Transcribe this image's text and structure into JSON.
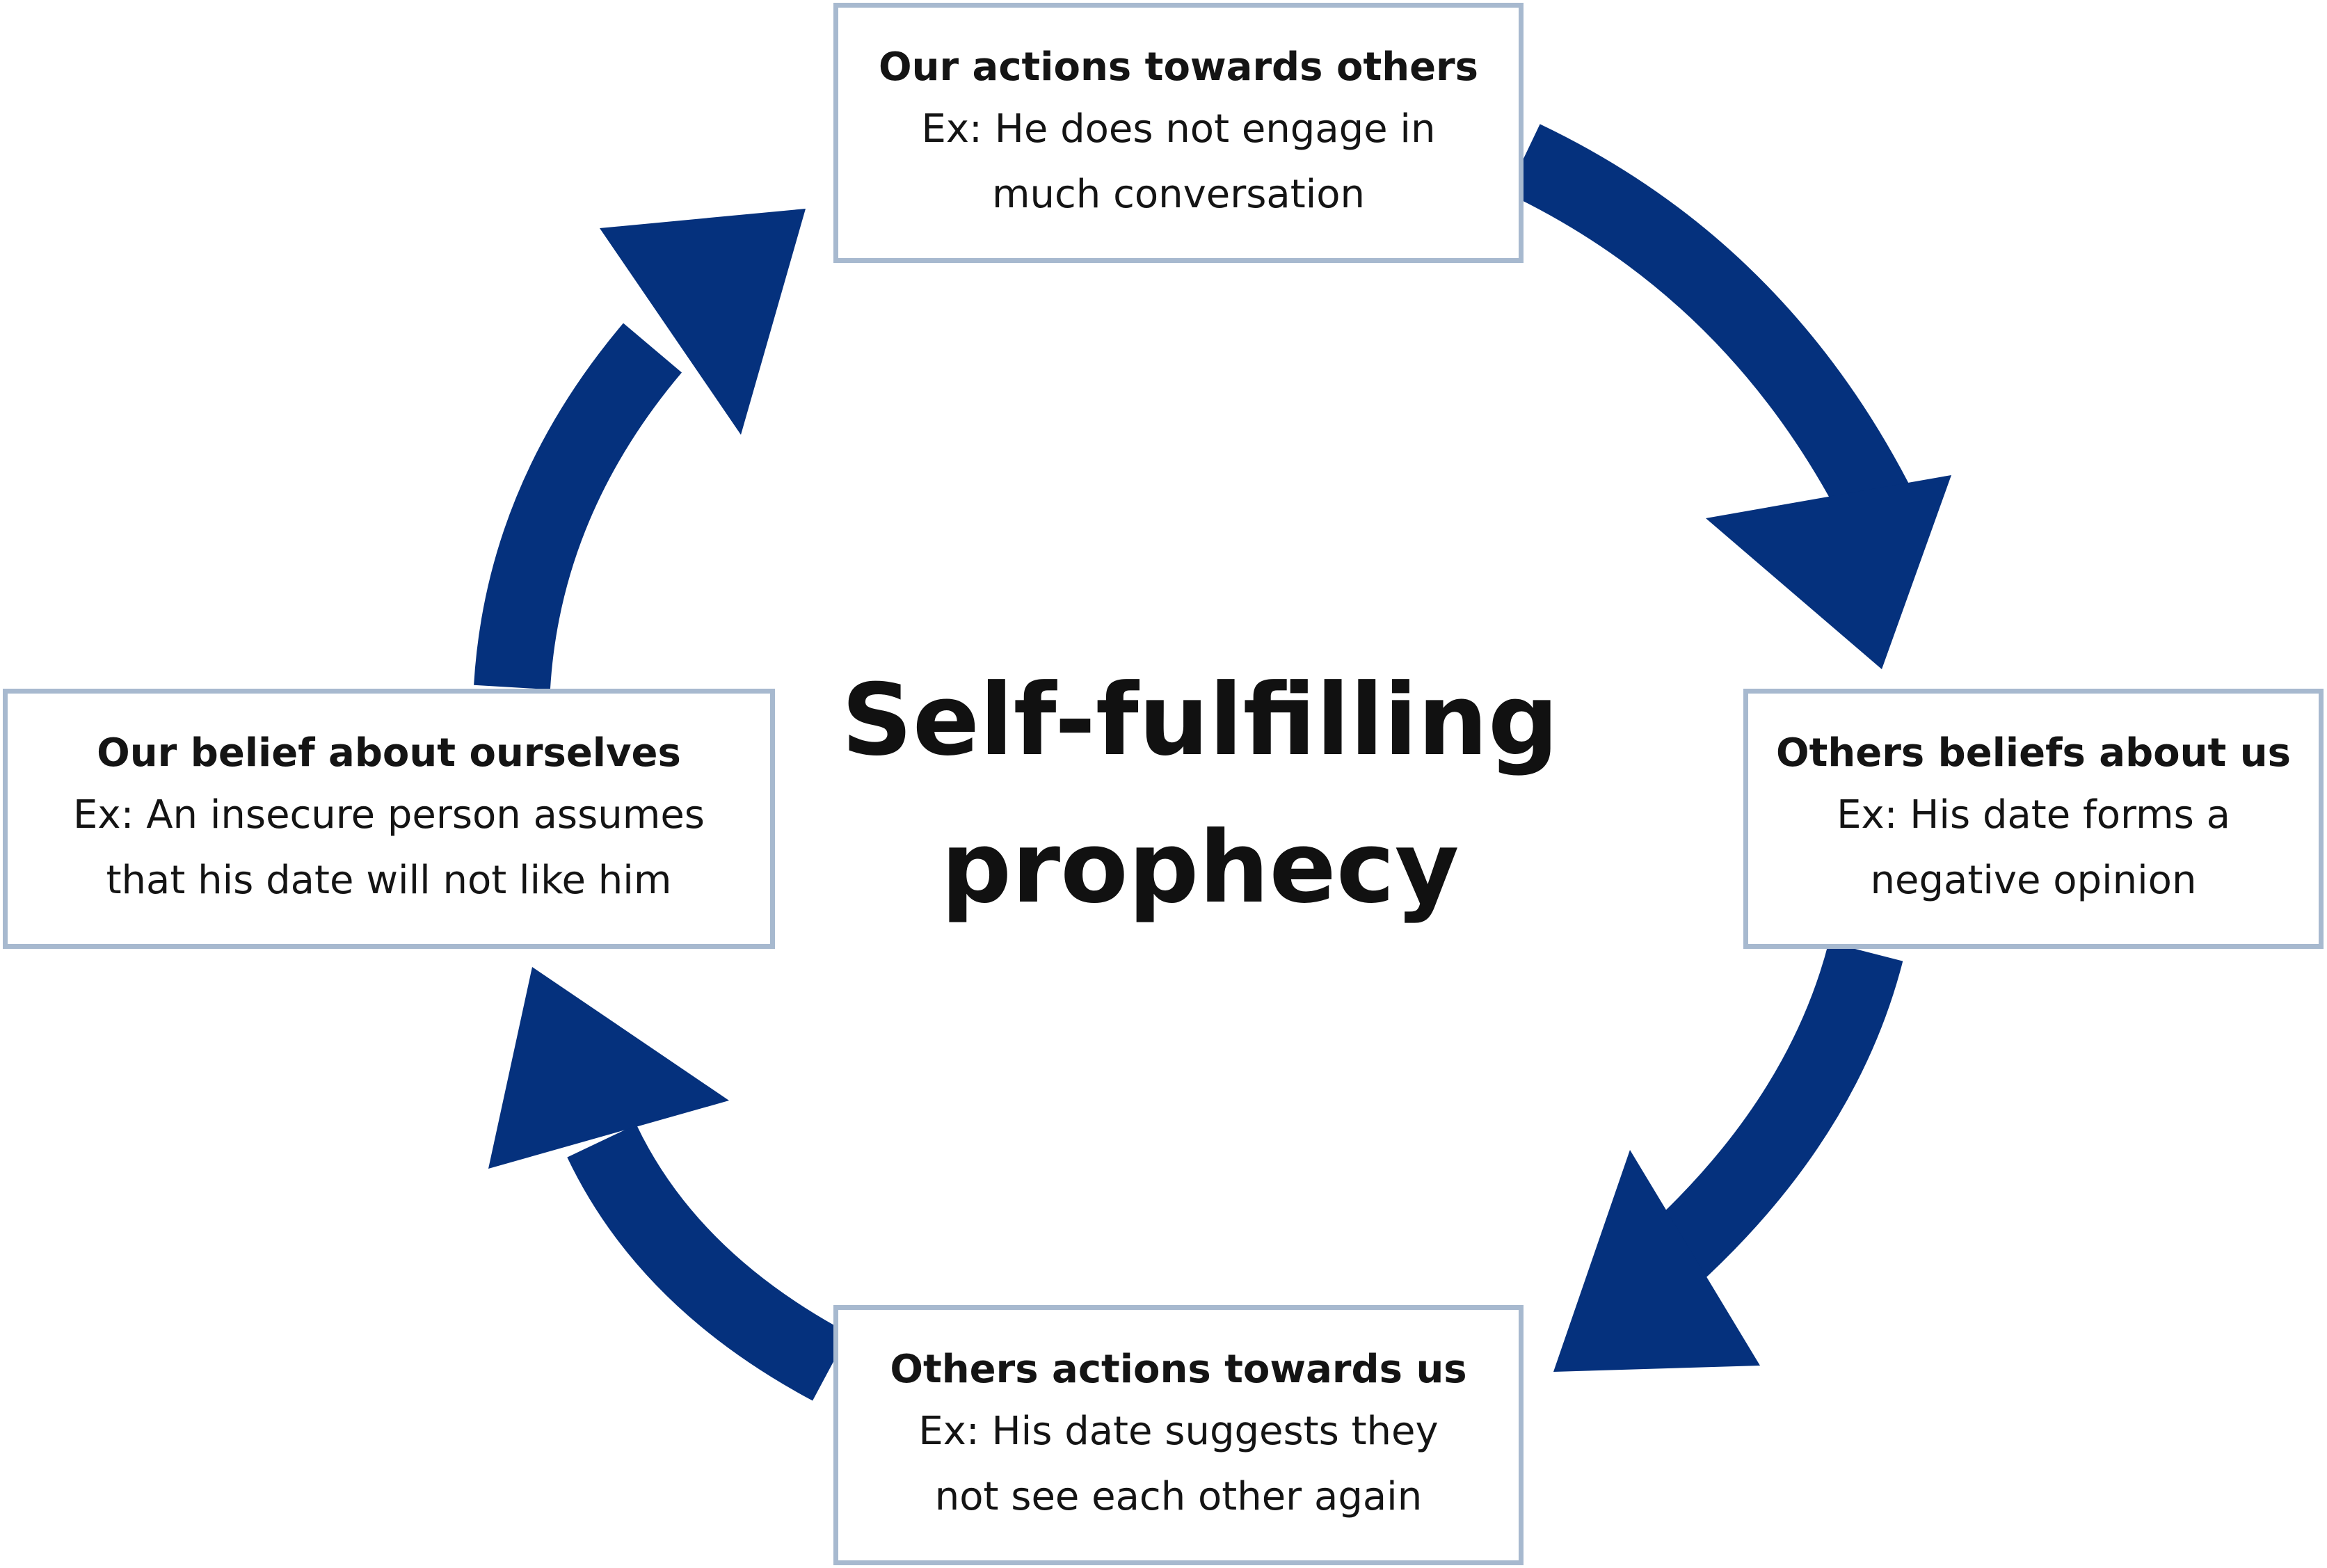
{
  "colors": {
    "arrow": "#05317d",
    "box_border": "#a7b9cf",
    "text": "#141414"
  },
  "center": {
    "title": "Self-fulfilling\nprophecy"
  },
  "nodes": {
    "top": {
      "title": "Our actions towards others",
      "example": "Ex: He does not engage in\nmuch conversation"
    },
    "right": {
      "title": "Others beliefs about us",
      "example": "Ex: His date forms a\nnegative opinion"
    },
    "bottom": {
      "title": "Others actions towards us",
      "example": "Ex: His date suggests they\nnot see each other again"
    },
    "left": {
      "title": "Our belief about ourselves",
      "example": "Ex: An insecure person assumes\nthat his date will not like him"
    }
  }
}
